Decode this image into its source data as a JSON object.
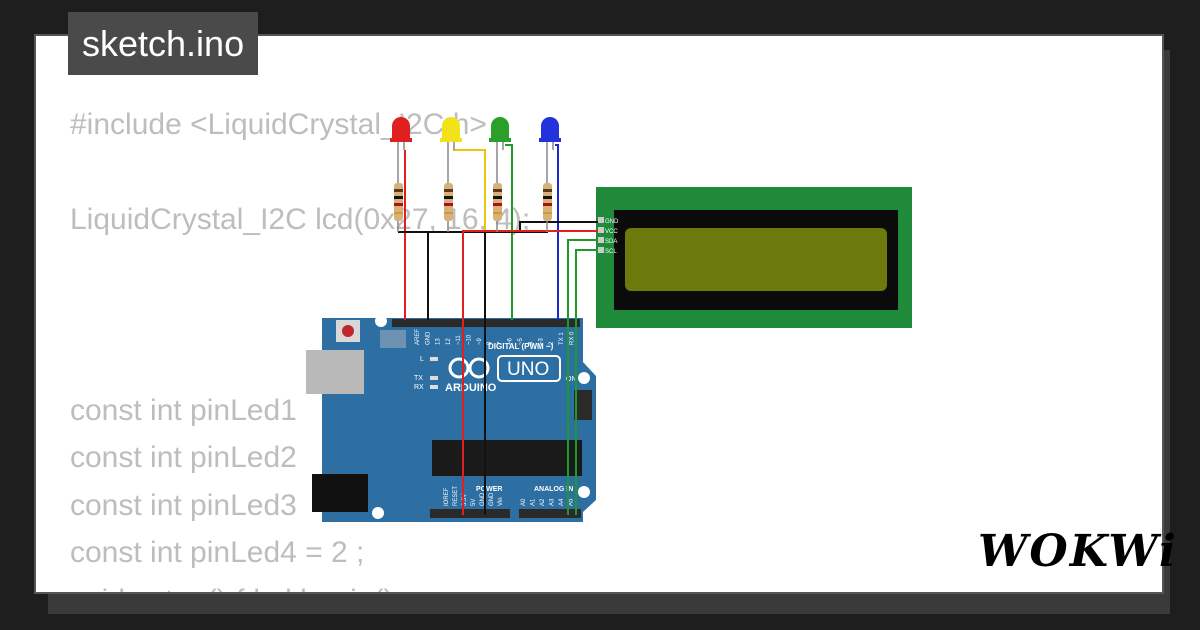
{
  "title": "sketch.ino",
  "code_lines": [
    "#include <LiquidCrystal_I2C.h>",
    "",
    "LiquidCrystal_I2C lcd(0x27, 16, 4);",
    "",
    "",
    "",
    "const int pinLed1",
    "const int pinLed2",
    "const int pinLed3",
    "const int pinLed4 = 2 ;",
    "void setup() { lcd.begin();"
  ],
  "brand": "WOKWi",
  "board": {
    "model": "UNO",
    "maker": "ARDUINO",
    "digital_label": "DIGITAL (PWM ~)",
    "power_label": "POWER",
    "analog_label": "ANALOG IN",
    "on_label": "ON",
    "l_label": "L",
    "tx_label": "TX",
    "rx_label": "RX",
    "digital_pins": [
      "AREF",
      "GND",
      "13",
      "12",
      "~11",
      "~10",
      "~9",
      "8",
      "7",
      "~6",
      "~5",
      "4",
      "~3",
      "2",
      "TX 1",
      "RX 0"
    ],
    "power_pins": [
      "IOREF",
      "RESET",
      "3.3V",
      "5V",
      "GND",
      "GND",
      "Vin"
    ],
    "analog_pins": [
      "A0",
      "A1",
      "A2",
      "A3",
      "A4",
      "A5"
    ]
  },
  "lcd": {
    "pins": [
      "GND",
      "VCC",
      "SDA",
      "SCL"
    ],
    "screen_color": "#6b7a0a",
    "board_color": "#1f8a3a"
  },
  "leds": [
    {
      "color": "#e02020",
      "name": "red"
    },
    {
      "color": "#f2e21a",
      "name": "yellow"
    },
    {
      "color": "#2aa02a",
      "name": "green"
    },
    {
      "color": "#2233dd",
      "name": "blue"
    }
  ],
  "wire_colors": {
    "red": "#e02020",
    "black": "#111111",
    "yellow": "#e8c60c",
    "green": "#1e9a28",
    "blue": "#1a2ad0"
  }
}
